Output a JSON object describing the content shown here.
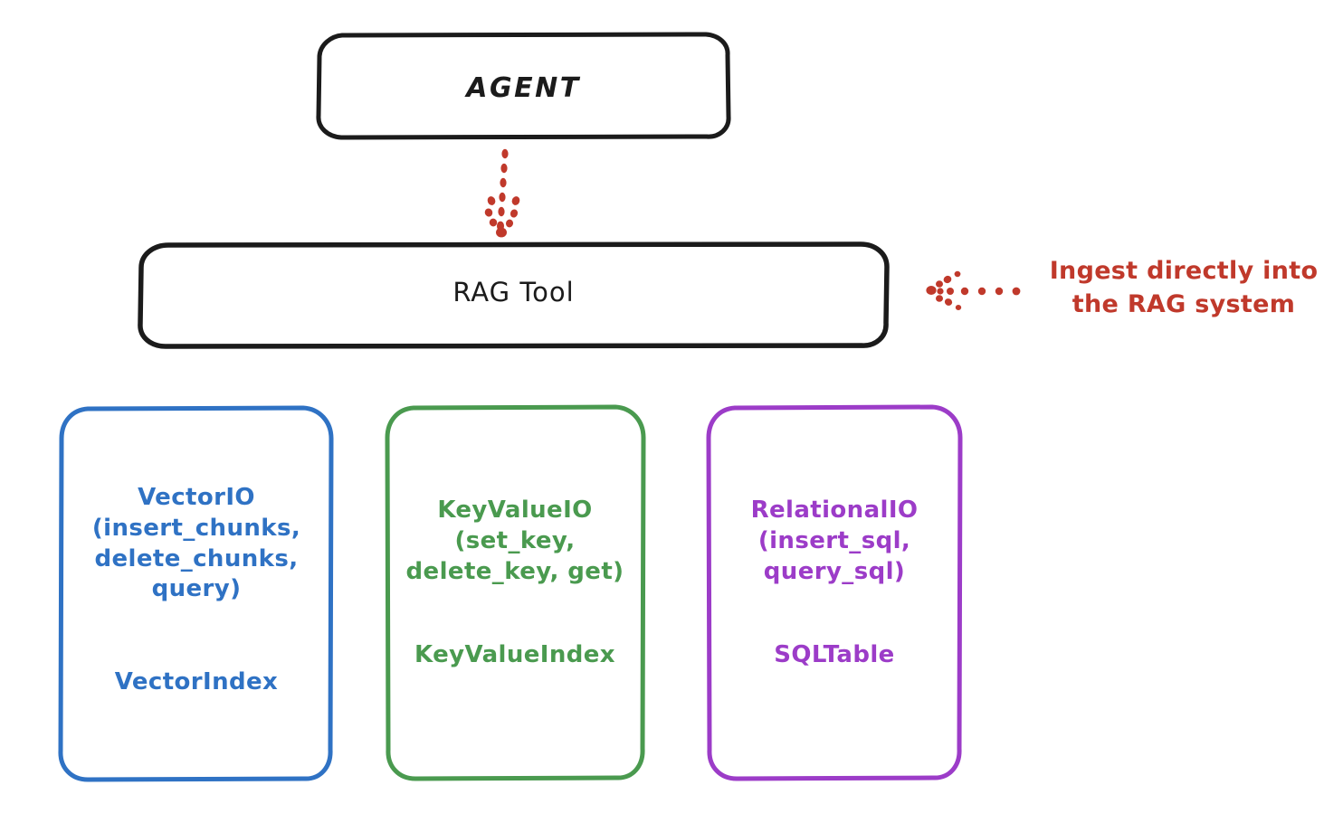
{
  "diagram": {
    "title": "RAG Tool architecture diagram",
    "colors": {
      "stroke_dark": "#1b1b1b",
      "accent_red": "#c0392b",
      "vector_blue": "#2f72c4",
      "keyvalue_green": "#4a9a4f",
      "relational_purple": "#9c3cc8",
      "background": "#ffffff"
    },
    "nodes": {
      "agent": {
        "label": "AGENT"
      },
      "rag_tool": {
        "label": "RAG Tool"
      },
      "vector_io": {
        "api_label": "VectorIO\n(insert_chunks,\ndelete_chunks,\nquery)",
        "index_label": "VectorIndex",
        "color": "#2f72c4"
      },
      "key_value_io": {
        "api_label": "KeyValueIO\n(set_key,\ndelete_key, get)",
        "index_label": "KeyValueIndex",
        "color": "#4a9a4f"
      },
      "relational_io": {
        "api_label": "RelationalIO\n(insert_sql,\nquery_sql)",
        "index_label": "SQLTable",
        "color": "#9c3cc8"
      }
    },
    "annotations": {
      "ingest_note": "Ingest directly into\nthe RAG system"
    },
    "edges": {
      "agent_to_rag_tool": {
        "style": "dotted",
        "direction": "down",
        "color": "#c0392b"
      },
      "ingest_to_rag_tool": {
        "style": "dotted",
        "direction": "left",
        "color": "#c0392b"
      }
    }
  }
}
